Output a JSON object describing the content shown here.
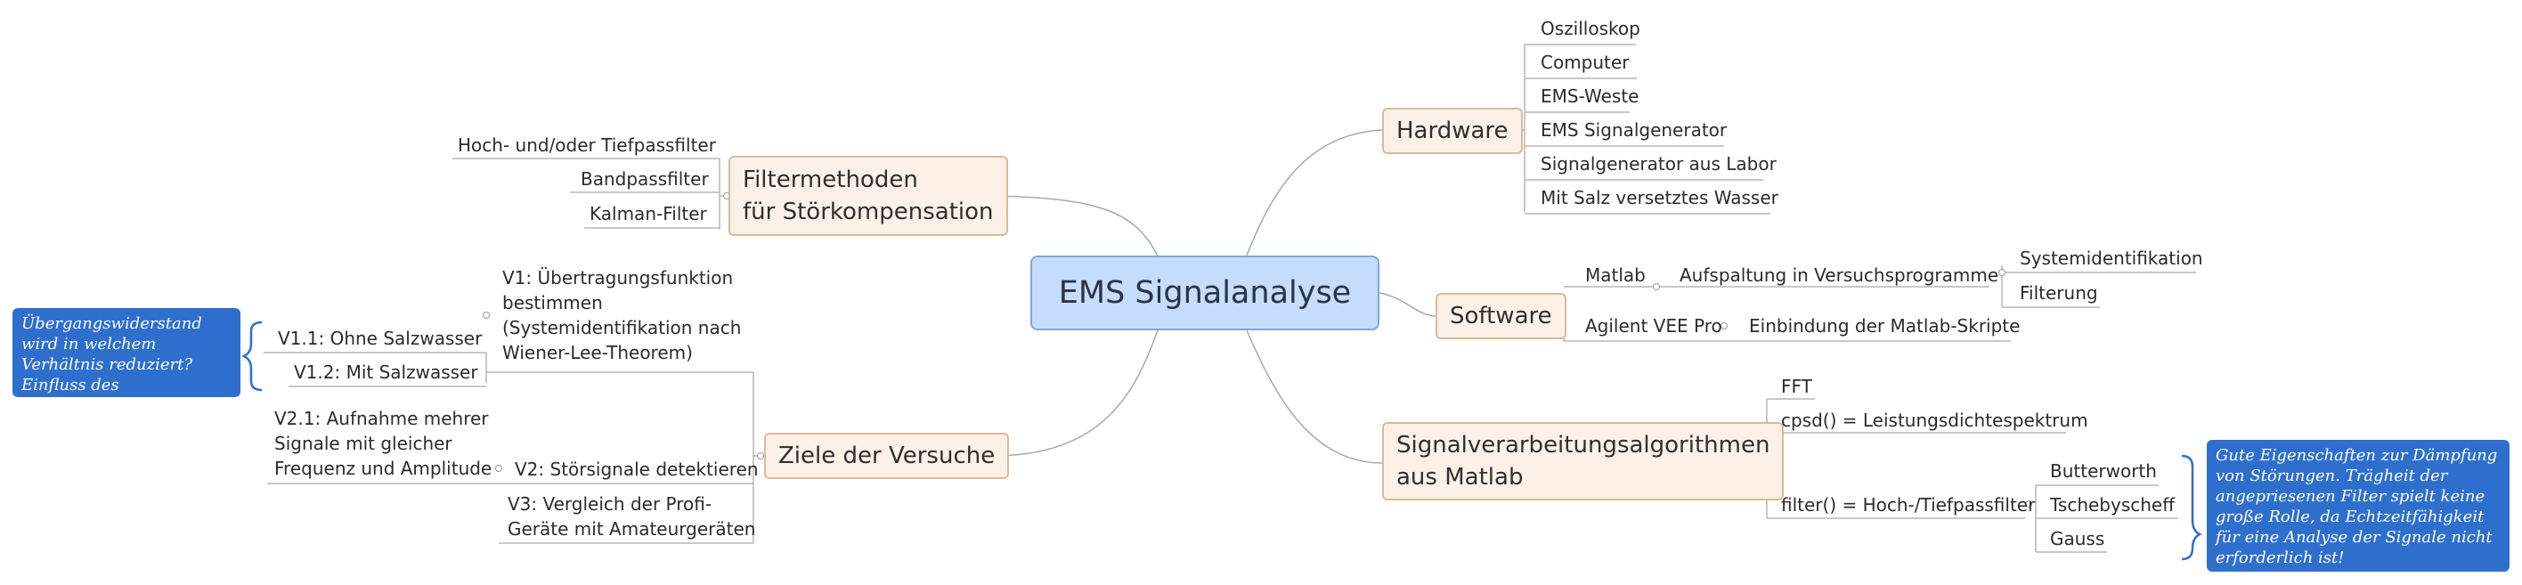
{
  "central": "EMS Signalanalyse",
  "hardware": {
    "label": "Hardware",
    "items": [
      "Oszilloskop",
      "Computer",
      "EMS-Weste",
      "EMS Signalgenerator",
      "Signalgenerator aus Labor",
      "Mit Salz versetztes Wasser"
    ]
  },
  "software": {
    "label": "Software",
    "matlab": "Matlab",
    "matlab_sub": "Aufspaltung in Versuchsprogramme",
    "matlab_sub_items": [
      "Systemidentifikation",
      "Filterung"
    ],
    "agilent": "Agilent VEE Pro",
    "agilent_sub": "Einbindung der Matlab-Skripte"
  },
  "signal": {
    "label_line1": "Signalverarbeitungsalgorithmen",
    "label_line2": "aus Matlab",
    "fft": "FFT",
    "cpsd": "cpsd() = Leistungsdichtespektrum",
    "filter": "filter() = Hoch-/Tiefpassfilter",
    "filter_items": [
      "Butterworth",
      "Tschebyscheff",
      "Gauss"
    ],
    "note": "Gute Eigenschaften zur Dämpfung von Störungen. Trägheit der angepriesenen Filter spielt keine große Rolle, da Echtzeitfähigkeit für eine Analyse der Signale nicht erforderlich ist!"
  },
  "filtermethoden": {
    "label_line1": "Filtermethoden",
    "label_line2": "für Störkompensation",
    "items": [
      "Hoch- und/oder Tiefpassfilter",
      "Bandpassfilter",
      "Kalman-Filter"
    ]
  },
  "ziele": {
    "label": "Ziele der Versuche",
    "v1_line1": "V1: Übertragungsfunktion",
    "v1_line2": "bestimmen",
    "v1_line3": "(Systemidentifikation nach",
    "v1_line4": "Wiener-Lee-Theorem)",
    "v1_items": [
      "V1.1: Ohne Salzwasser",
      "V1.2: Mit Salzwasser"
    ],
    "v1_note": "Übergangswiderstand wird in welchem Verhältnis reduziert? Einfluss des Fettgewebes?",
    "v2": "V2: Störsignale detektieren",
    "v2_sub_line1": "V2.1: Aufnahme mehrer",
    "v2_sub_line2": "Signale mit gleicher",
    "v2_sub_line3": "Frequenz und Amplitude",
    "v3_line1": "V3: Vergleich der Profi-",
    "v3_line2": "Geräte mit Amateurgeräten"
  }
}
